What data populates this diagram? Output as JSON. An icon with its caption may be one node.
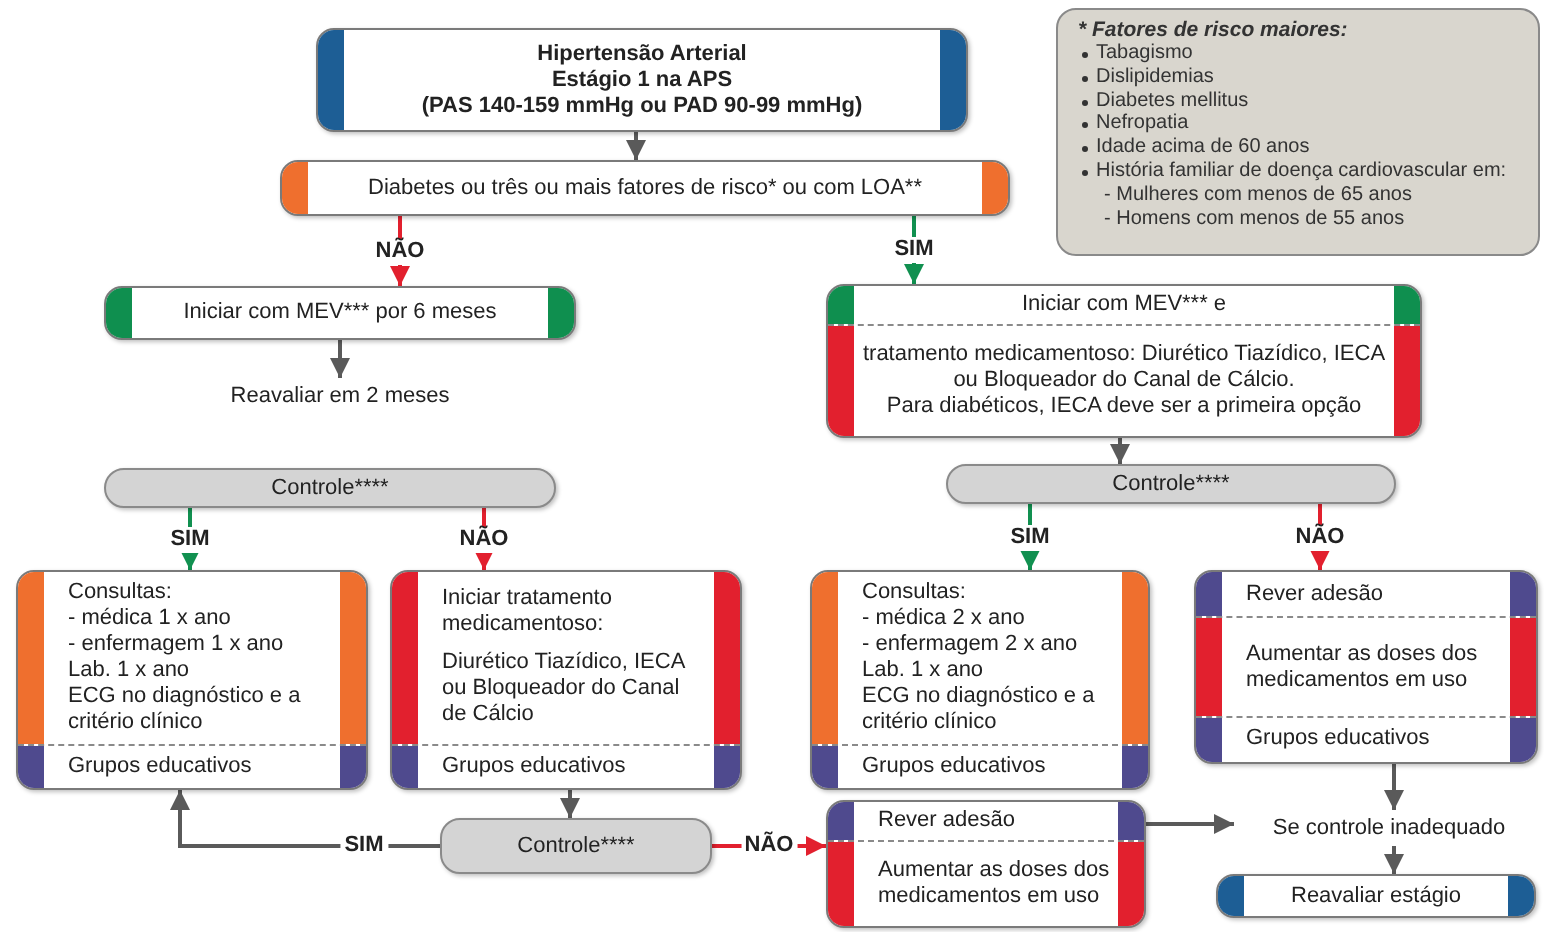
{
  "diagram": {
    "nodes": [
      {
        "text": [
          "Hipertensão Arterial",
          "Estágio 1 na APS",
          "(PAS 140-159 mmHg ou PAD 90-99 mmHg)"
        ]
      },
      {
        "text": [
          "Diabetes ou três ou mais fatores de risco* ou com LOA**"
        ]
      },
      {
        "text": [
          "Iniciar com  MEV*** por 6 meses"
        ]
      },
      {
        "text": [
          "Reavaliar em 2 meses"
        ]
      },
      {
        "text": [
          "Controle****"
        ]
      },
      {
        "text": [
          "Consultas:",
          "- médica 1 x ano",
          "- enfermagem 1 x ano",
          "Lab. 1 x ano",
          "ECG no diagnóstico e a critério clínico",
          "Grupos educativos"
        ]
      },
      {
        "text": [
          "Iniciar  tratamento medicamentoso:",
          "Diurético Tiazídico, IECA ou Bloqueador do Canal de Cálcio",
          "Grupos educativos"
        ]
      },
      {
        "text": [
          "Controle****"
        ]
      },
      {
        "text": [
          "Iniciar  com  MEV*** e",
          "tratamento medicamentoso: Diurético Tiazídico, IECA ou Bloqueador do Canal de Cálcio.",
          "Para diabéticos, IECA deve ser a primeira opção"
        ]
      },
      {
        "text": [
          "Controle****"
        ]
      },
      {
        "text": [
          "Consultas:",
          "- médica 2 x ano",
          "- enfermagem 2 x ano",
          "Lab. 1 x ano",
          "ECG no diagnóstico e a critério clínico",
          "Grupos educativos"
        ]
      },
      {
        "text": [
          "Rever adesão",
          "Aumentar as doses dos medicamentos em uso",
          "Grupos educativos"
        ]
      },
      {
        "text": [
          "Rever adesão",
          "Aumentar as doses dos medicamentos em uso"
        ]
      },
      {
        "text": [
          "Se controle inadequado"
        ]
      },
      {
        "text": [
          "Reavaliar estágio"
        ]
      },
      {
        "text": [
          "* Fatores de risco maiores:",
          "Tabagismo",
          "Dislipidemias",
          "Diabetes mellitus",
          "Nefropatia",
          "Idade acima de 60 anos",
          "História familiar de doença cardiovascular em:",
          "- Mulheres com menos de 65 anos",
          "- Homens com menos de 55 anos"
        ]
      }
    ],
    "edges": [
      {
        "from": 0,
        "to": 1,
        "arrow": "to"
      },
      {
        "from": 1,
        "to": 2,
        "arrow": "to",
        "label": "NÃO",
        "color": "#e2202e"
      },
      {
        "from": 1,
        "to": 8,
        "arrow": "to",
        "label": "SIM",
        "color": "#119050"
      },
      {
        "from": 2,
        "to": 3,
        "arrow": "to"
      },
      {
        "from": 4,
        "to": 5,
        "arrow": "to",
        "label": "SIM",
        "color": "#119050"
      },
      {
        "from": 4,
        "to": 6,
        "arrow": "to",
        "label": "NÃO",
        "color": "#e2202e"
      },
      {
        "from": 6,
        "to": 7,
        "arrow": "to"
      },
      {
        "from": 7,
        "to": 5,
        "arrow": "to",
        "label": "SIM"
      },
      {
        "from": 7,
        "to": 12,
        "arrow": "to",
        "label": "NÃO",
        "color": "#e2202e"
      },
      {
        "from": 8,
        "to": 9,
        "arrow": "to"
      },
      {
        "from": 9,
        "to": 10,
        "arrow": "to",
        "label": "SIM",
        "color": "#119050"
      },
      {
        "from": 9,
        "to": 11,
        "arrow": "to",
        "label": "NÃO",
        "color": "#e2202e"
      },
      {
        "from": 12,
        "to": 13,
        "arrow": "to"
      },
      {
        "from": 11,
        "to": 13,
        "arrow": "to"
      },
      {
        "from": 13,
        "to": 14,
        "arrow": "to"
      }
    ]
  }
}
